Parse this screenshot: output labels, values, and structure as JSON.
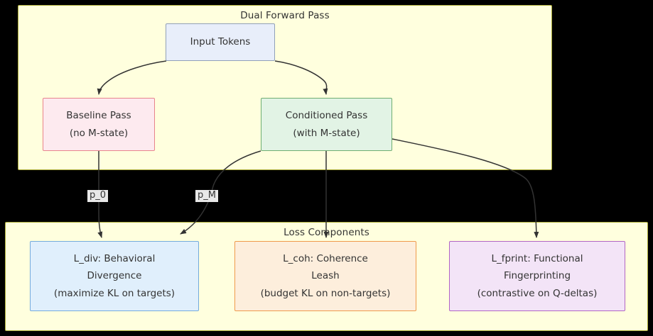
{
  "diagram": {
    "type": "flowchart",
    "background_color": "#000000",
    "subgraph_fill": "#ffffde",
    "subgraph_border": "#aaaa33",
    "edge_color": "#333333",
    "text_color": "#333333"
  },
  "subgraphs": [
    {
      "id": "dual-forward-pass",
      "title": "Dual Forward Pass"
    },
    {
      "id": "loss-components",
      "title": "Loss Components"
    }
  ],
  "nodes": {
    "input_tokens": {
      "id": "input-tokens",
      "lines": [
        "Input Tokens"
      ],
      "fill": "#e8eefa",
      "border": "#90a0b8"
    },
    "baseline_pass": {
      "id": "baseline-pass",
      "lines": [
        "Baseline Pass",
        "(no M-state)"
      ],
      "fill": "#fdeaef",
      "border": "#e8848c"
    },
    "conditioned_pass": {
      "id": "conditioned-pass",
      "lines": [
        "Conditioned Pass",
        "(with M-state)"
      ],
      "fill": "#e2f3e5",
      "border": "#6fae71"
    },
    "l_div": {
      "id": "l-div",
      "lines": [
        "L_div: Behavioral",
        "Divergence",
        "(maximize KL on targets)"
      ],
      "fill": "#e0effc",
      "border": "#74abdd"
    },
    "l_coh": {
      "id": "l-coh",
      "lines": [
        "L_coh: Coherence",
        "Leash",
        "(budget KL on non-targets)"
      ],
      "fill": "#fdeedc",
      "border": "#ef9a4c"
    },
    "l_fprint": {
      "id": "l-fprint",
      "lines": [
        "L_fprint: Functional",
        "Fingerprinting",
        "(contrastive on Q-deltas)"
      ],
      "fill": "#f3e4f7",
      "border": "#b165c4"
    }
  },
  "edges": [
    {
      "id": "input-to-baseline",
      "from": "Input Tokens",
      "to": "Baseline Pass",
      "label": ""
    },
    {
      "id": "input-to-conditioned",
      "from": "Input Tokens",
      "to": "Conditioned Pass",
      "label": ""
    },
    {
      "id": "baseline-to-ldiv",
      "from": "Baseline Pass",
      "to": "L_div: Behavioral Divergence",
      "label": "p_0"
    },
    {
      "id": "conditioned-to-ldiv",
      "from": "Conditioned Pass",
      "to": "L_div: Behavioral Divergence",
      "label": "p_M"
    },
    {
      "id": "conditioned-to-lcoh",
      "from": "Conditioned Pass",
      "to": "L_coh: Coherence Leash",
      "label": ""
    },
    {
      "id": "conditioned-to-lfprint",
      "from": "Conditioned Pass",
      "to": "L_fprint: Functional Fingerprinting",
      "label": ""
    }
  ],
  "edge_labels": {
    "p_0": "p_0",
    "p_M": "p_M"
  }
}
